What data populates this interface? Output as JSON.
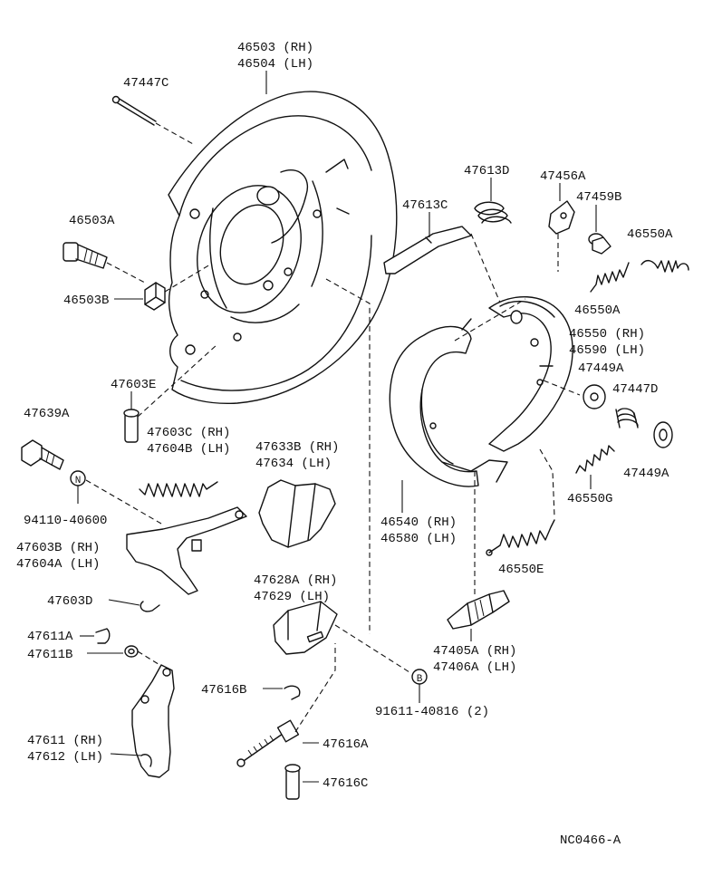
{
  "labels": {
    "l46503": "46503 (RH)",
    "l46504": "46504 (LH)",
    "l47447C": "47447C",
    "l46503A": "46503A",
    "l46503B": "46503B",
    "l47603E": "47603E",
    "l47639A": "47639A",
    "l47603C": "47603C (RH)",
    "l47604B": "47604B (LH)",
    "l94110": "94110-40600",
    "l47603B": "47603B (RH)",
    "l47604A": "47604A (LH)",
    "l47603D": "47603D",
    "l47611A": "47611A",
    "l47611B": "47611B",
    "l47611": "47611 (RH)",
    "l47612": "47612 (LH)",
    "l47633B": "47633B (RH)",
    "l47634": "47634   (LH)",
    "l47628A": "47628A (RH)",
    "l47629": "47629   (LH)",
    "l47616B": "47616B",
    "l47616A": "47616A",
    "l47616C": "47616C",
    "l91611": "91611-40816 (2)",
    "l47613D": "47613D",
    "l47613C": "47613C",
    "l47456A": "47456A",
    "l47459B": "47459B",
    "l46550A_1": "46550A",
    "l46550A_2": "46550A",
    "l46550": "46550 (RH)",
    "l46590": "46590 (LH)",
    "l47449A_1": "47449A",
    "l47447D": "47447D",
    "l47449A_2": "47449A",
    "l46550G": "46550G",
    "l46540": "46540 (RH)",
    "l46580": "46580 (LH)",
    "l46550E": "46550E",
    "l47405A": "47405A (RH)",
    "l47406A": "47406A (LH)",
    "code": "NC0466-A",
    "markN": "N",
    "markB": "B"
  }
}
